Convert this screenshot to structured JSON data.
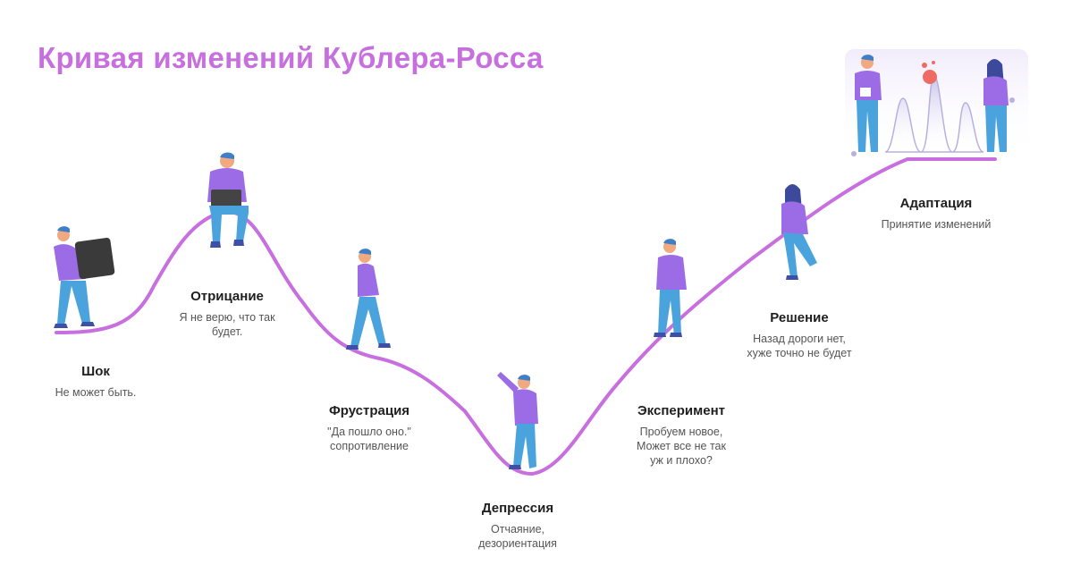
{
  "title": "Кривая изменений Кублера-Росса",
  "colors": {
    "title": "#c86fe0",
    "curve": "#c86fe0",
    "figure_body": "#8d5ce0",
    "figure_legs": "#45a4de"
  },
  "stages": [
    {
      "name": "Шок",
      "desc": [
        "Не может быть."
      ]
    },
    {
      "name": "Отрицание",
      "desc": [
        "Я не верю, что так",
        "будет."
      ]
    },
    {
      "name": "Фрустрация",
      "desc": [
        "\"Да пошло оно.\"",
        "сопротивление"
      ]
    },
    {
      "name": "Депрессия",
      "desc": [
        "Отчаяние,",
        "дезориентация"
      ]
    },
    {
      "name": "Эксперимент",
      "desc": [
        "Пробуем новое,",
        "Может все не так",
        "уж и плохо?"
      ]
    },
    {
      "name": "Решение",
      "desc": [
        "Назад дороги нет,",
        "хуже точно не будет"
      ]
    },
    {
      "name": "Адаптация",
      "desc": [
        "Принятие изменений"
      ]
    }
  ],
  "icons": [
    "person-carrying-box-icon",
    "person-with-laptop-icon",
    "walking-person-icon",
    "waving-person-icon",
    "standing-person-icon",
    "sitting-woman-icon",
    "adaptation-scene-icon"
  ]
}
